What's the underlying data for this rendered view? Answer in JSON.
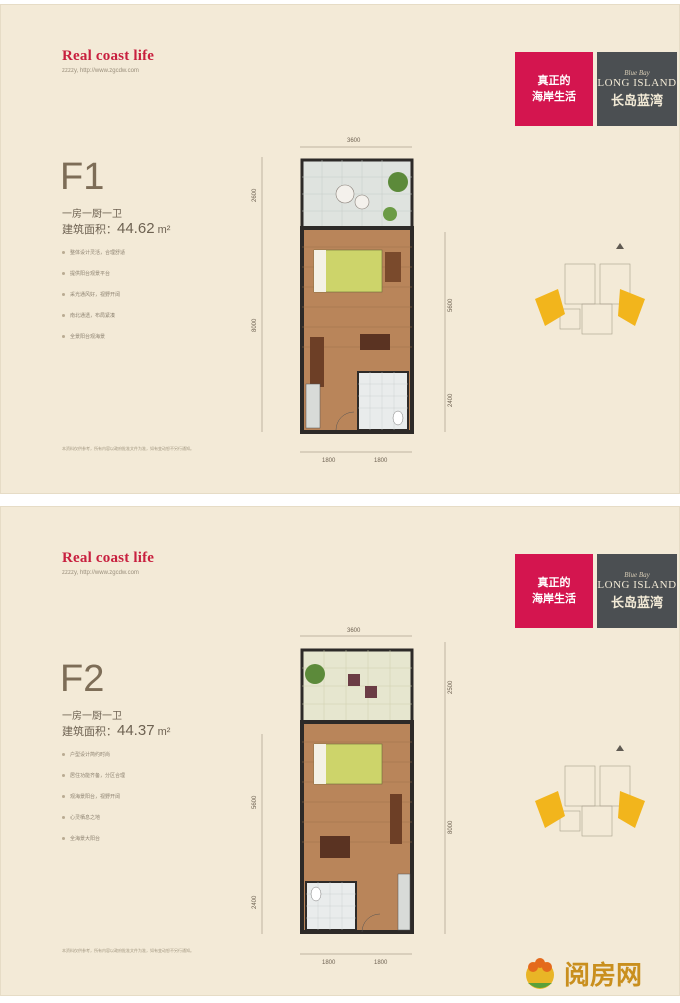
{
  "sheets": [
    {
      "tagline": "Real coast life",
      "url": "zzzzy, http://www.zgcdw.com",
      "logo_pink": [
        "真正的",
        "海岸生活"
      ],
      "logo_dark": {
        "script": "Blue Bay",
        "en": "LONG ISLAND",
        "cn": "长岛蓝湾"
      },
      "code": "F1",
      "rooms": "一房一厨一卫",
      "area_label": "建筑面积：",
      "area_value": "44.62",
      "area_unit": "m²",
      "features": [
        "整体设计灵活，合理舒适",
        "提供阳台观景平台",
        "采光通风好，视野开阔",
        "南北通透，布局紧凑",
        "全景阳台观海景"
      ],
      "disclaimer": "本资料仅供参考，所有内容以政府批准文件为准，如有变动恕不另行通知。",
      "dims": {
        "top": "3600",
        "left_top": "2600",
        "left_main": "8000",
        "right_top": "5600",
        "right_bottom": "2400",
        "bottom_left": "1800",
        "bottom_right": "1800"
      }
    },
    {
      "tagline": "Real coast life",
      "url": "zzzzy, http://www.zgcdw.com",
      "logo_pink": [
        "真正的",
        "海岸生活"
      ],
      "logo_dark": {
        "script": "Blue Bay",
        "en": "LONG ISLAND",
        "cn": "长岛蓝湾"
      },
      "code": "F2",
      "rooms": "一房一厨一卫",
      "area_label": "建筑面积：",
      "area_value": "44.37",
      "area_unit": "m²",
      "features": [
        "户型设计简约时尚",
        "居住功能齐备，分区合理",
        "观海景阳台，视野开阔",
        "心灵栖息之地",
        "全海景大阳台"
      ],
      "disclaimer": "本资料仅供参考，所有内容以政府批准文件为准，如有变动恕不另行通知。",
      "dims": {
        "top": "3600",
        "right_top": "2500",
        "left_main": "5600",
        "right_main": "8000",
        "left_bottom": "2400",
        "bottom_left": "1800",
        "bottom_right": "1800"
      }
    }
  ],
  "watermark": "阅房网"
}
